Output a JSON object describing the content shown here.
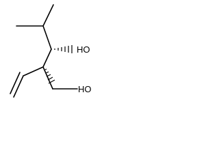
{
  "molecule": {
    "atoms": [
      {
        "id": "ho_upper",
        "label": "HO"
      },
      {
        "id": "ho_lower",
        "label": "HO"
      }
    ],
    "colors": {
      "ink": "#000000",
      "background": "#ffffff"
    }
  }
}
